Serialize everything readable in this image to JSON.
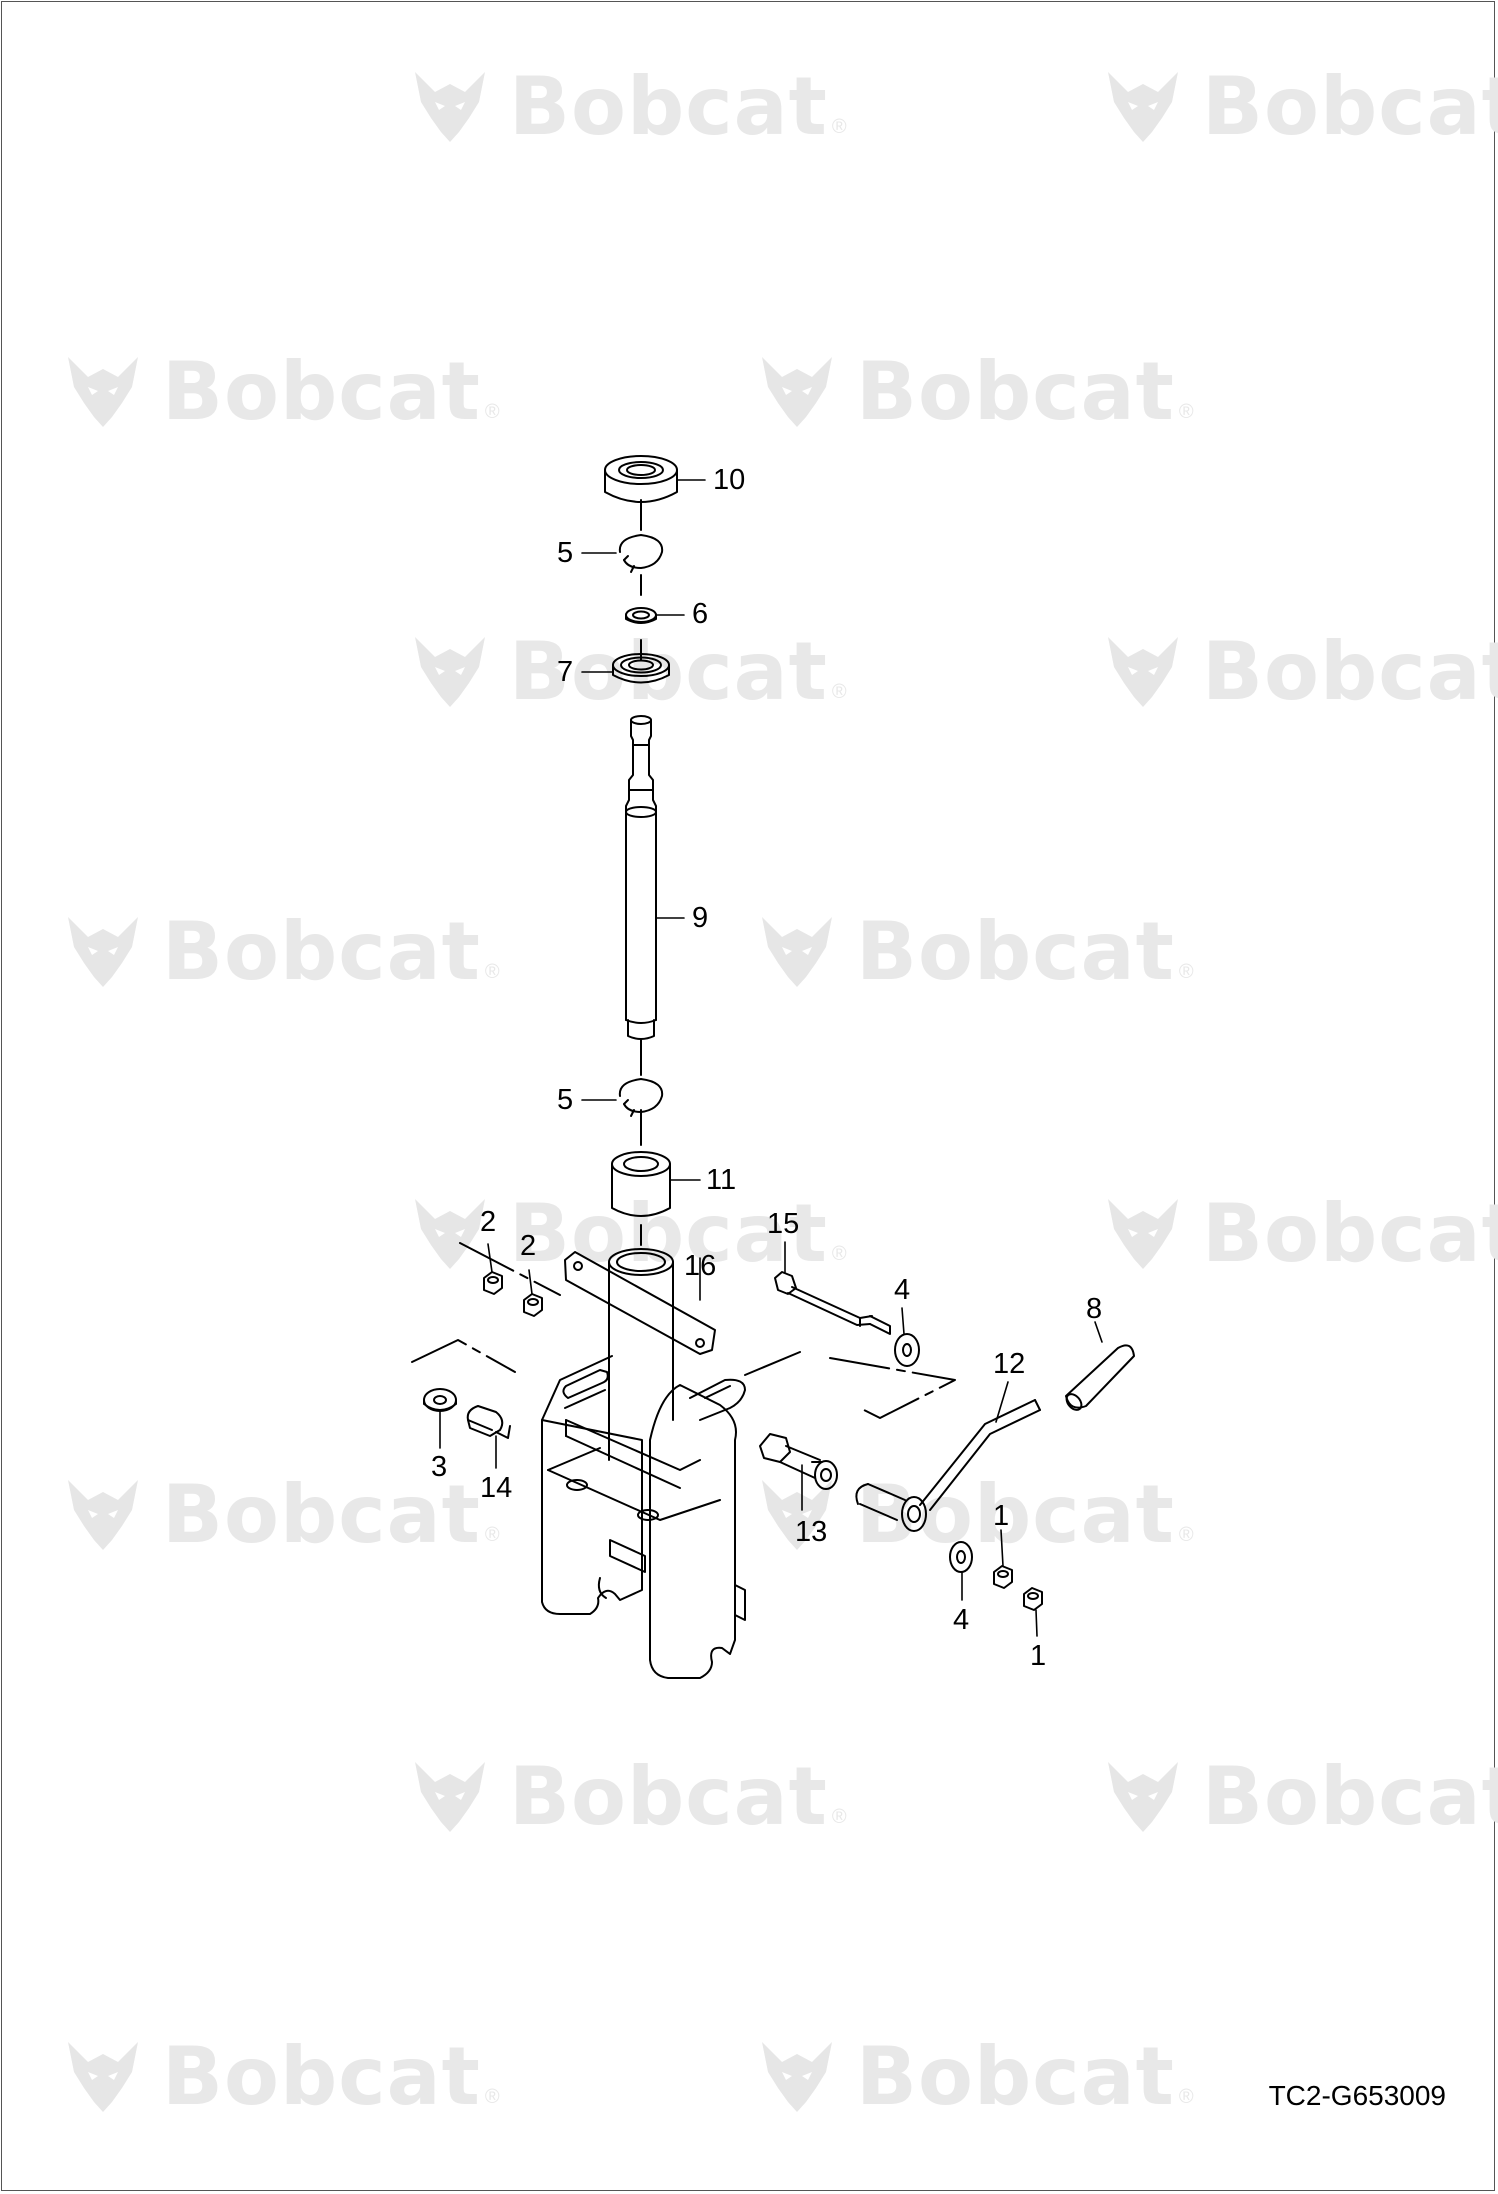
{
  "watermark": {
    "text": "Bobcat",
    "reg": "®"
  },
  "callouts": [
    {
      "id": "c10",
      "text": "10"
    },
    {
      "id": "c5a",
      "text": "5"
    },
    {
      "id": "c6",
      "text": "6"
    },
    {
      "id": "c7",
      "text": "7"
    },
    {
      "id": "c9",
      "text": "9"
    },
    {
      "id": "c5b",
      "text": "5"
    },
    {
      "id": "c11",
      "text": "11"
    },
    {
      "id": "c2a",
      "text": "2"
    },
    {
      "id": "c2b",
      "text": "2"
    },
    {
      "id": "c16",
      "text": "16"
    },
    {
      "id": "c15",
      "text": "15"
    },
    {
      "id": "c4a",
      "text": "4"
    },
    {
      "id": "c8",
      "text": "8"
    },
    {
      "id": "c12",
      "text": "12"
    },
    {
      "id": "c3",
      "text": "3"
    },
    {
      "id": "c14",
      "text": "14"
    },
    {
      "id": "c13",
      "text": "13"
    },
    {
      "id": "c1a",
      "text": "1"
    },
    {
      "id": "c4b",
      "text": "4"
    },
    {
      "id": "c1b",
      "text": "1"
    }
  ],
  "drawing_ref": "TC2-G653009"
}
